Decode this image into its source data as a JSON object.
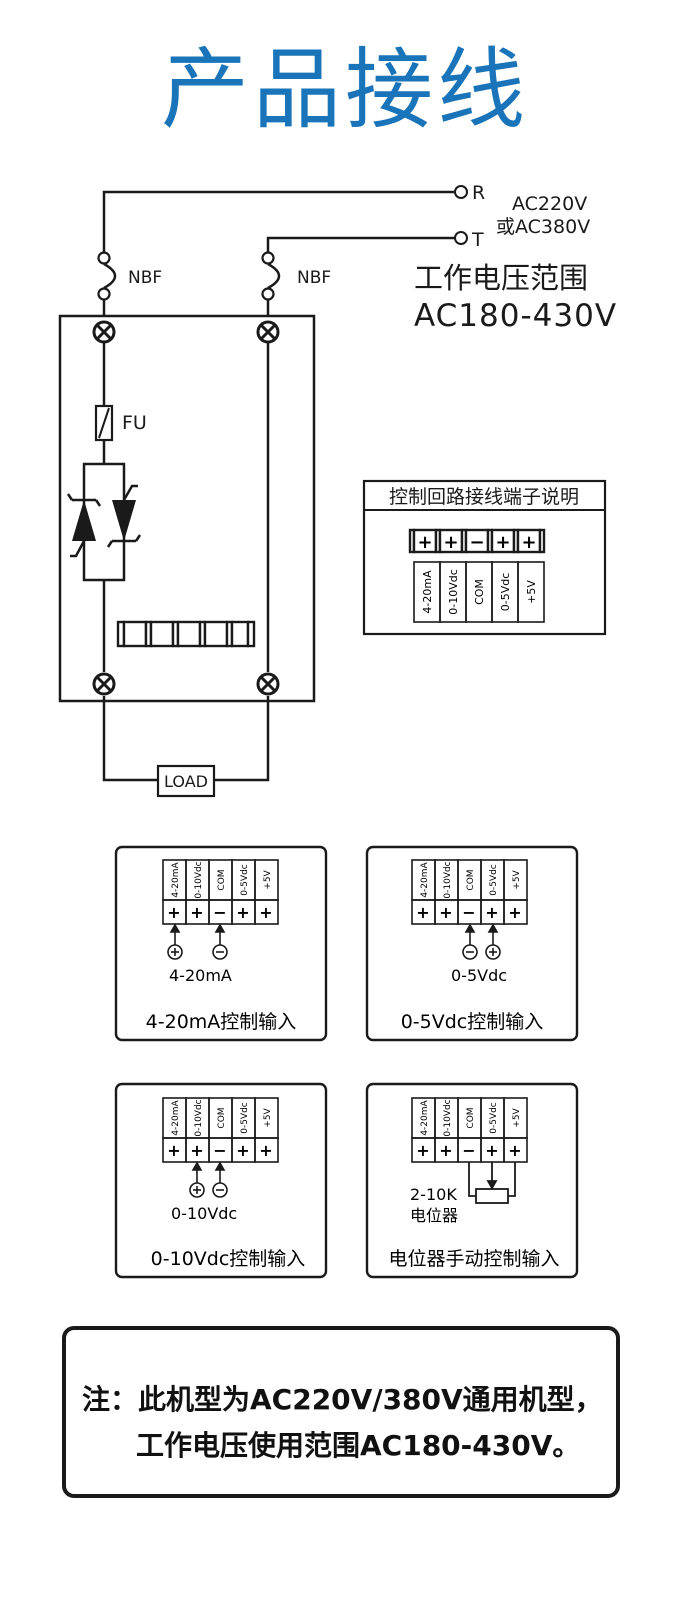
{
  "title": "产品接线",
  "supply": {
    "r_label": "R",
    "t_label": "T",
    "voltage_line1": "AC220V",
    "voltage_line2": "或AC380V",
    "range_line1": "工作电压范围",
    "range_line2": "AC180-430V"
  },
  "main_diagram": {
    "breaker_left_label": "NBF",
    "breaker_right_label": "NBF",
    "fuse_label": "FU",
    "load_label": "LOAD"
  },
  "terminal_legend": {
    "title": "控制回路接线端子说明",
    "polarities": [
      "+",
      "+",
      "−",
      "+",
      "+"
    ],
    "labels": [
      "4-20mA",
      "0-10Vdc",
      "COM",
      "0-5Vdc",
      "+5V"
    ]
  },
  "panels": [
    {
      "terminal_labels": [
        "4-20mA",
        "0-10Vdc",
        "COM",
        "0-5Vdc",
        "+5V"
      ],
      "polarities": [
        "+",
        "+",
        "−",
        "+",
        "+"
      ],
      "signal_label": "4-20mA",
      "caption": "4-20mA控制输入"
    },
    {
      "terminal_labels": [
        "4-20mA",
        "0-10Vdc",
        "COM",
        "0-5Vdc",
        "+5V"
      ],
      "polarities": [
        "+",
        "+",
        "−",
        "+",
        "+"
      ],
      "signal_label": "0-5Vdc",
      "caption": "0-5Vdc控制输入"
    },
    {
      "terminal_labels": [
        "4-20mA",
        "0-10Vdc",
        "COM",
        "0-5Vdc",
        "+5V"
      ],
      "polarities": [
        "+",
        "+",
        "−",
        "+",
        "+"
      ],
      "signal_label": "0-10Vdc",
      "caption": "0-10Vdc控制输入"
    },
    {
      "terminal_labels": [
        "4-20mA",
        "0-10Vdc",
        "COM",
        "0-5Vdc",
        "+5V"
      ],
      "polarities": [
        "+",
        "+",
        "−",
        "+",
        "+"
      ],
      "signal_label_line1": "2-10K",
      "signal_label_line2": "电位器",
      "caption": "电位器手动控制输入"
    }
  ],
  "note": {
    "line1": "注：此机型为AC220V/380V通用机型，",
    "line2": "工作电压使用范围AC180-430V。"
  },
  "colors": {
    "title": "#1a74b9",
    "line": "#1a1a1a"
  }
}
